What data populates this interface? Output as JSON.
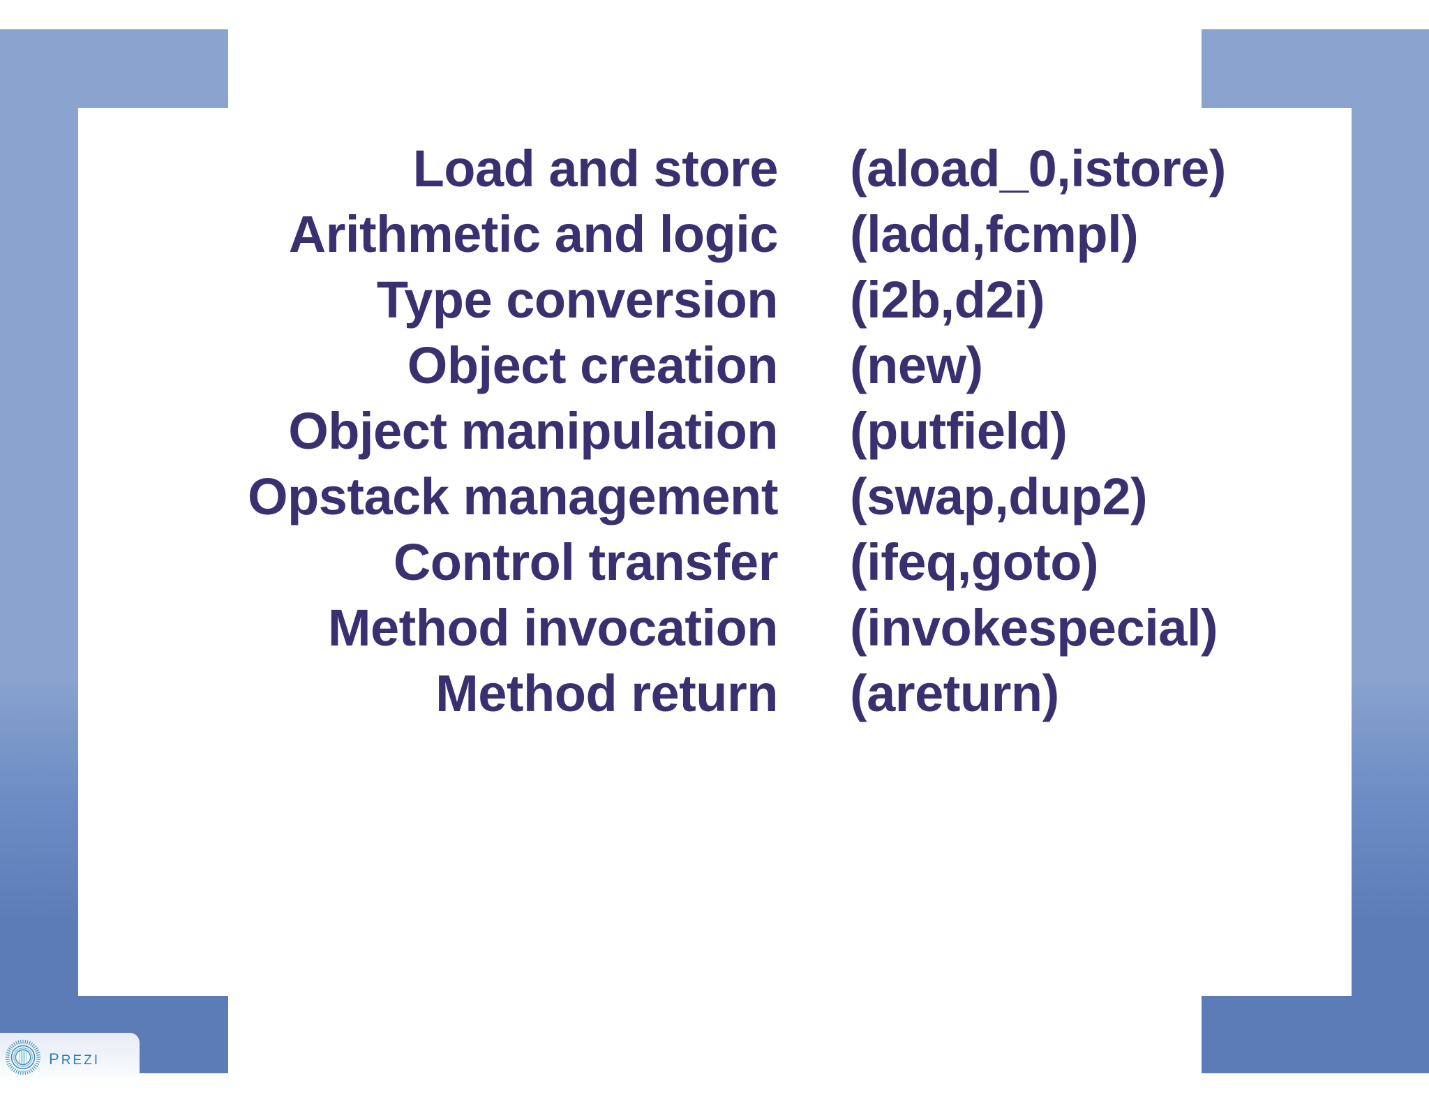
{
  "slide": {
    "background_color": "#ffffff",
    "text_color": "#3a3070",
    "bracket_color_top": "#8aa3cf",
    "bracket_color_bottom": "#5c7cb8"
  },
  "table": {
    "rows": [
      {
        "category": "Load and store",
        "examples": "(aload_0,istore)"
      },
      {
        "category": "Arithmetic and logic",
        "examples": "(ladd,fcmpl)"
      },
      {
        "category": "Type conversion",
        "examples": "(i2b,d2i)"
      },
      {
        "category": "Object creation",
        "examples": "(new)"
      },
      {
        "category": "Object manipulation",
        "examples": "(putfield)"
      },
      {
        "category": "Opstack management",
        "examples": "(swap,dup2)"
      },
      {
        "category": "Control transfer",
        "examples": "(ifeq,goto)"
      },
      {
        "category": "Method invocation",
        "examples": "(invokespecial)"
      },
      {
        "category": "Method return",
        "examples": "(areturn)"
      }
    ]
  },
  "branding": {
    "logo_text": "Prezi",
    "logo_icon": "prezi-sunburst-icon",
    "logo_color": "#2e7fae"
  }
}
